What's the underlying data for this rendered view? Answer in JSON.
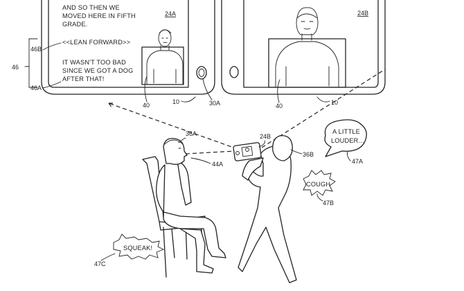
{
  "screen_left": {
    "label": "24A",
    "lines": [
      "AND SO THEN WE",
      "MOVED HERE IN FIFTH",
      "GRADE.",
      "<<LEAN FORWARD>>",
      "IT WASN'T TOO BAD",
      "SINCE WE GOT A DOG",
      "AFTER THAT!"
    ]
  },
  "screen_right": {
    "label": "24B"
  },
  "refs": {
    "r46": "46",
    "r46b": "46B",
    "r46a": "46A",
    "r40_left": "40",
    "r10_left": "10",
    "r30a": "30A",
    "r40_right": "40",
    "r10_right": "10",
    "r36a": "36A",
    "r24b": "24B",
    "r44a": "44A",
    "r36b": "36B",
    "r47a": "47A",
    "r47b": "47B",
    "r47c": "47C"
  },
  "sounds": {
    "louder_line1": "A LITTLE",
    "louder_line2": "LOUDER...",
    "cough": "COUGH",
    "squeak": "SQUEAK!"
  }
}
